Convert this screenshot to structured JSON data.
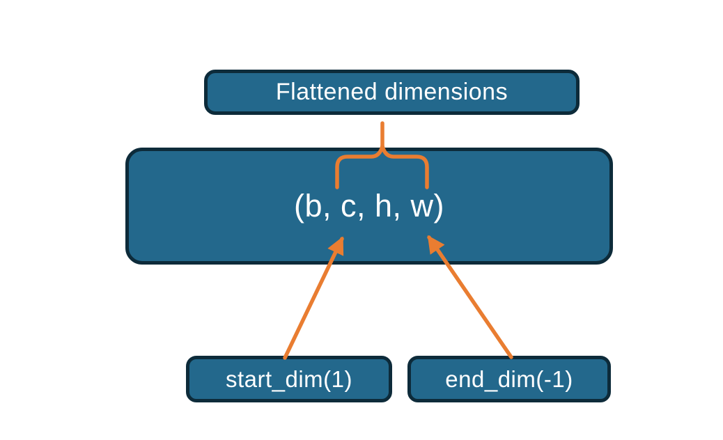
{
  "diagram": {
    "nodes": {
      "flattened": {
        "label": "Flattened dimensions"
      },
      "tensor": {
        "label": "(b, c, h, w)"
      },
      "start_dim": {
        "label": "start_dim(1)"
      },
      "end_dim": {
        "label": "end_dim(-1)"
      }
    },
    "connectors": [
      {
        "name": "brace-stem",
        "from": "flattened-box",
        "to": "brace-tip"
      },
      {
        "name": "upward-brace",
        "spans": "flattened dimensions of tensor"
      },
      {
        "name": "start-dim-arrow",
        "from": "start_dim",
        "to": "tensor dim c"
      },
      {
        "name": "end-dim-arrow",
        "from": "end_dim",
        "to": "tensor dim w"
      }
    ]
  },
  "colors": {
    "box_fill": "#23688c",
    "box_border": "#0d2b3a",
    "connector": "#e97d31",
    "text": "#ffffff",
    "background": "#ffffff"
  }
}
